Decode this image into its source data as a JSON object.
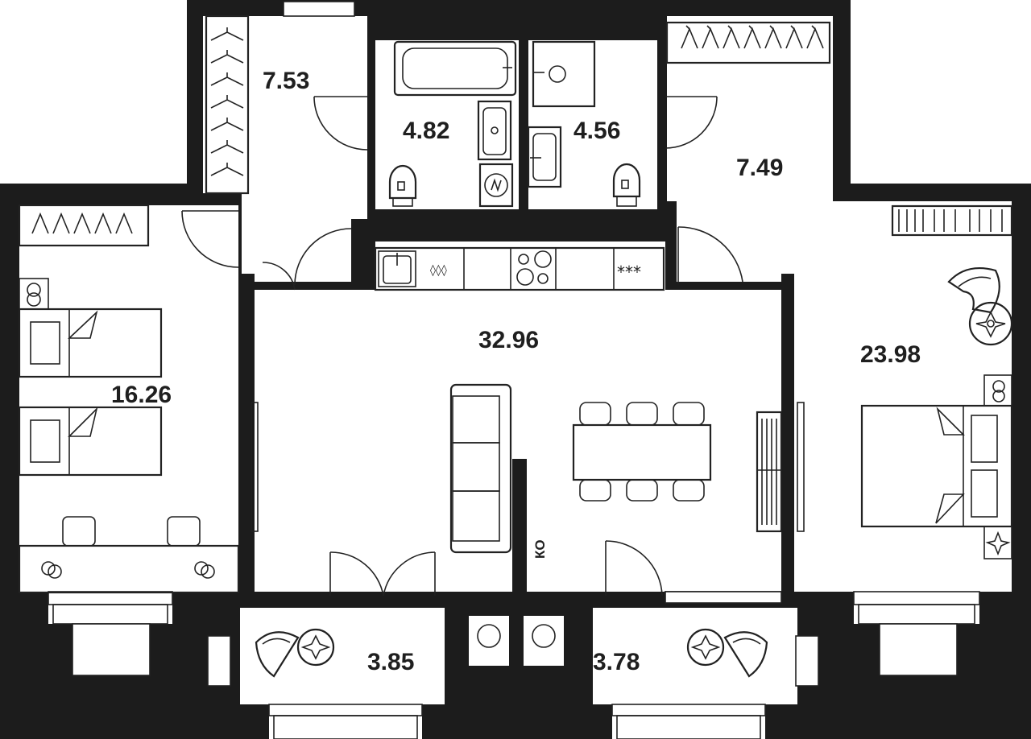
{
  "plan": {
    "wall_color": "#1c1c1c",
    "floor_color": "#ffffff",
    "rooms": [
      {
        "id": "wardrobe-hall",
        "area": "7.53"
      },
      {
        "id": "bathroom",
        "area": "4.82"
      },
      {
        "id": "toilet",
        "area": "4.56"
      },
      {
        "id": "hallway",
        "area": "7.49"
      },
      {
        "id": "bedroom-left",
        "area": "16.26"
      },
      {
        "id": "living-kitchen",
        "area": "32.96"
      },
      {
        "id": "bedroom-right",
        "area": "23.98"
      },
      {
        "id": "balcony-left",
        "area": "3.85"
      },
      {
        "id": "balcony-right",
        "area": "3.78"
      }
    ],
    "utility_label": "КО",
    "icons": [
      "hanger-icon",
      "bathtub-icon",
      "sink-icon",
      "toilet-icon",
      "washing-machine-icon",
      "stove-icon",
      "armchair-icon",
      "plant-icon",
      "bed-icon",
      "sofa-icon",
      "dining-table-icon",
      "bookshelf-icon",
      "door-icon",
      "window-icon"
    ]
  }
}
